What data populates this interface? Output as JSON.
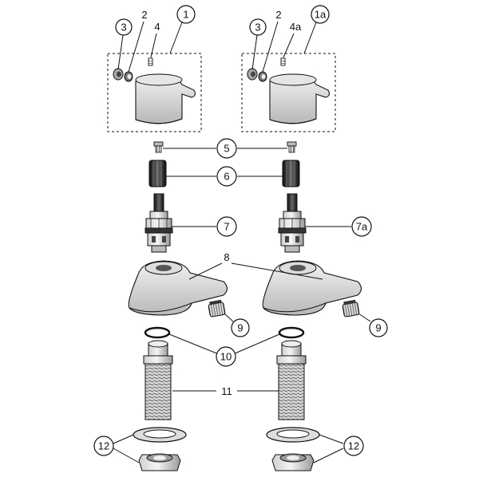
{
  "callouts": {
    "c1": "1",
    "c1a": "1a",
    "c2l": "2",
    "c2r": "2",
    "c3l": "3",
    "c3r": "3",
    "c4": "4",
    "c4a": "4a",
    "c5": "5",
    "c6": "6",
    "c7": "7",
    "c7a": "7a",
    "c8": "8",
    "c9l": "9",
    "c9r": "9",
    "c10": "10",
    "c11": "11",
    "c12l": "12",
    "c12r": "12"
  }
}
